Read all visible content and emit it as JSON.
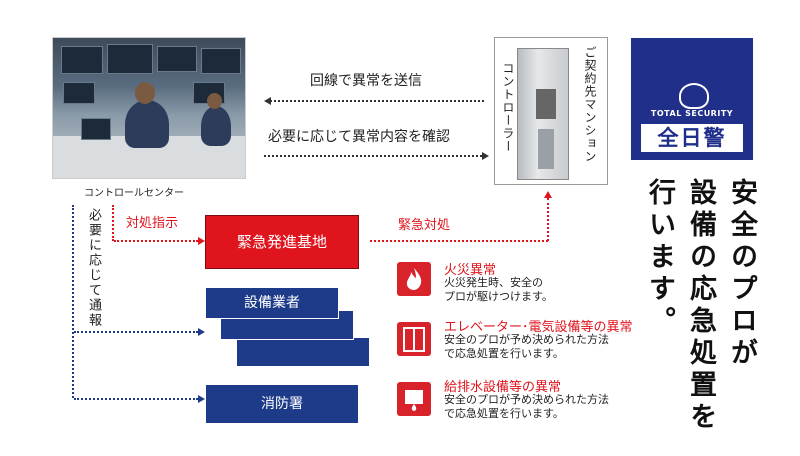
{
  "control_center": {
    "caption": "コントロールセンター"
  },
  "controller": {
    "label": "コントローラー",
    "mansion_label": "ご契約先マンション"
  },
  "arrows": {
    "send": "回線で異常を送信",
    "confirm": "必要に応じて異常内容を確認"
  },
  "logo": {
    "sub": "TOTAL SECURITY",
    "main": "全日警"
  },
  "tagline": {
    "col1": "安全のプロが",
    "col2": "設備の応急処置を",
    "col3": "行います。"
  },
  "flow": {
    "notify": "必要に応じて通報",
    "instruct": "対処指示",
    "respond": "緊急対処",
    "base": "緊急発進基地",
    "contractor": "設備業者",
    "fire_dept": "消防署"
  },
  "incidents": [
    {
      "icon": "fire-icon",
      "title": "火災異常",
      "desc1": "火災発生時、安全の",
      "desc2": "プロが駆けつけます。"
    },
    {
      "icon": "elevator-icon",
      "title": "エレベーター･電気設備等の異常",
      "desc1": "安全のプロが予め決められた方法",
      "desc2": "で応急処置を行います。"
    },
    {
      "icon": "water-icon",
      "title": "給排水設備等の異常",
      "desc1": "安全のプロが予め決められた方法",
      "desc2": "で応急処置を行います。"
    }
  ],
  "colors": {
    "accent_red": "#e0141d",
    "navy": "#1e3b8a",
    "logo_blue": "#1f2f8a"
  }
}
